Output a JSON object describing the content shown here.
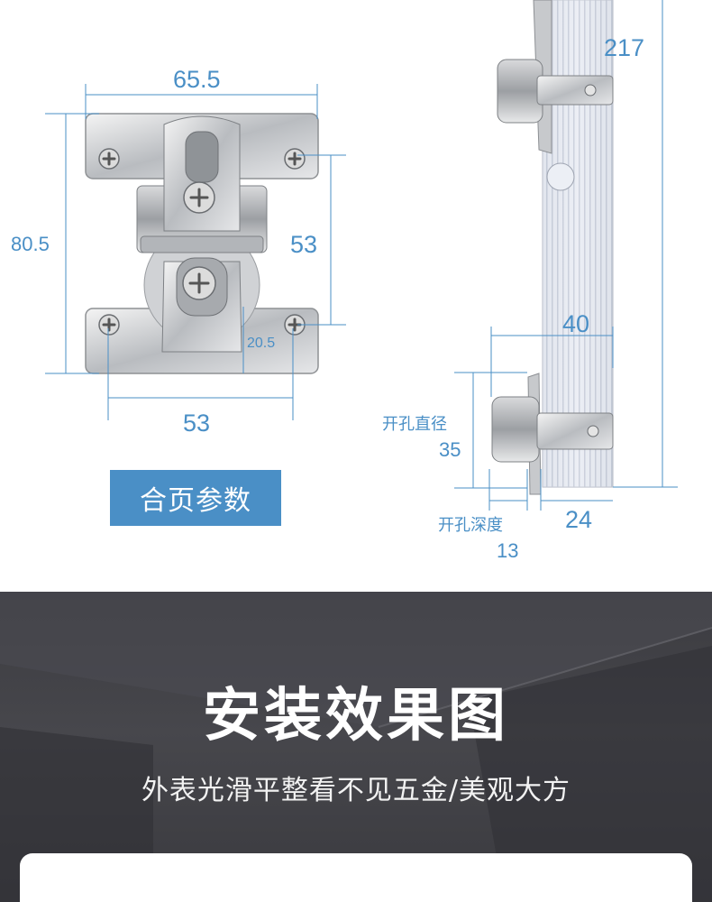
{
  "spec": {
    "hinge_width": "65.5",
    "hinge_height": "80.5",
    "hole_spacing_vertical": "53",
    "hole_spacing_horizontal": "53",
    "cup_offset": "20.5",
    "door_height": "217",
    "mount_width": "40",
    "drill_diameter_label": "开孔直径",
    "drill_diameter_value": "35",
    "drill_depth_label": "开孔深度",
    "drill_depth_value": "13",
    "side_offset": "24",
    "badge_label": "合页参数",
    "accent_color": "#4a8fc6"
  },
  "install": {
    "title": "安装效果图",
    "subtitle": "外表光滑平整看不见五金/美观大方"
  }
}
